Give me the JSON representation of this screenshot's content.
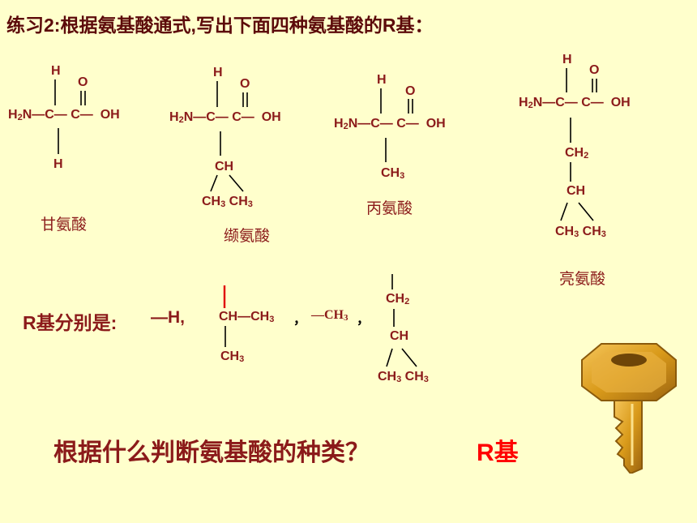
{
  "title": "练习2:根据氨基酸通式,写出下面四种氨基酸的R基：",
  "atoms": {
    "H": "H",
    "O": "O",
    "H2N": "H2N—C— C— OH",
    "CH": "CH",
    "CH2": "CH2",
    "CH3": "CH3",
    "CH3pair": "CH3 CH3"
  },
  "amino_acids": [
    {
      "name": "甘氨酸"
    },
    {
      "name": "缬氨酸"
    },
    {
      "name": "丙氨酸"
    },
    {
      "name": "亮氨酸"
    }
  ],
  "r_groups": {
    "label": "R基分别是:",
    "glycine": "—H,",
    "valine_main": "CH—CH3",
    "valine_branch": "CH3",
    "sep1": "，",
    "alanine": "—CH3",
    "sep2": "，"
  },
  "question": "根据什么判断氨基酸的种类？",
  "answer": "R基",
  "colors": {
    "background": "#FFFFCC",
    "text": "#8B1A1A",
    "answer": "#FF0000",
    "key": "#D99A1A"
  },
  "icons": {
    "key": "key-icon"
  }
}
